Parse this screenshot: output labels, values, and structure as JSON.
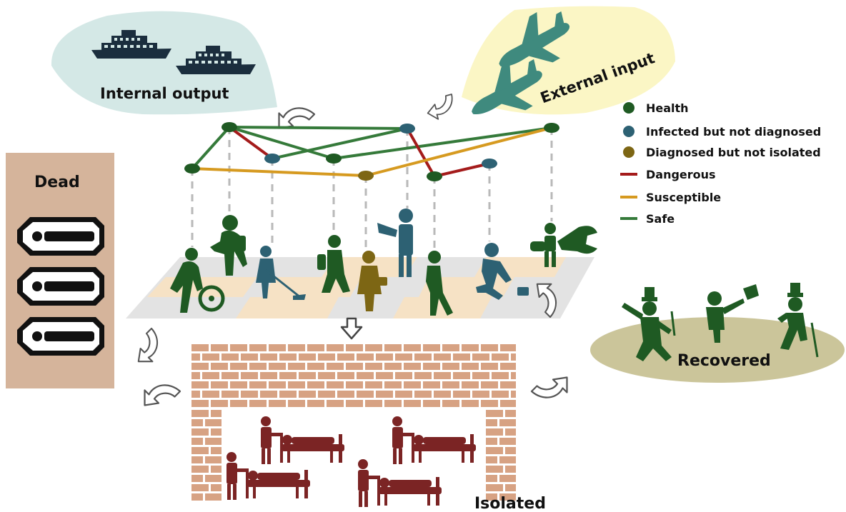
{
  "labels": {
    "internal_output": "Internal output",
    "external_input": "External input",
    "dead": "Dead",
    "recovered": "Recovered",
    "isolated": "Isolated"
  },
  "legend": [
    {
      "kind": "dot",
      "label": "Health",
      "color": "#1f5a23"
    },
    {
      "kind": "dot",
      "label": "Infected but not diagnosed",
      "color": "#2d6173"
    },
    {
      "kind": "dot",
      "label": "Diagnosed but not isolated",
      "color": "#7d6614"
    },
    {
      "kind": "line",
      "label": "Dangerous",
      "color": "#a41b1b"
    },
    {
      "kind": "line",
      "label": "Susceptible",
      "color": "#d69a20"
    },
    {
      "kind": "line",
      "label": "Safe",
      "color": "#357a3a"
    }
  ],
  "colors": {
    "health": "#1f5a23",
    "infected": "#2d6173",
    "diagnosed": "#7d6614",
    "dangerous": "#a41b1b",
    "susceptible": "#d69a20",
    "safe": "#357a3a",
    "dead_panel": "#d5b49b",
    "brick": "#d7a283",
    "isolated_people": "#7b2424",
    "output_blob": "#d4e8e6",
    "input_blob": "#fbf6c5",
    "recovered_blob": "#cbc59a"
  }
}
